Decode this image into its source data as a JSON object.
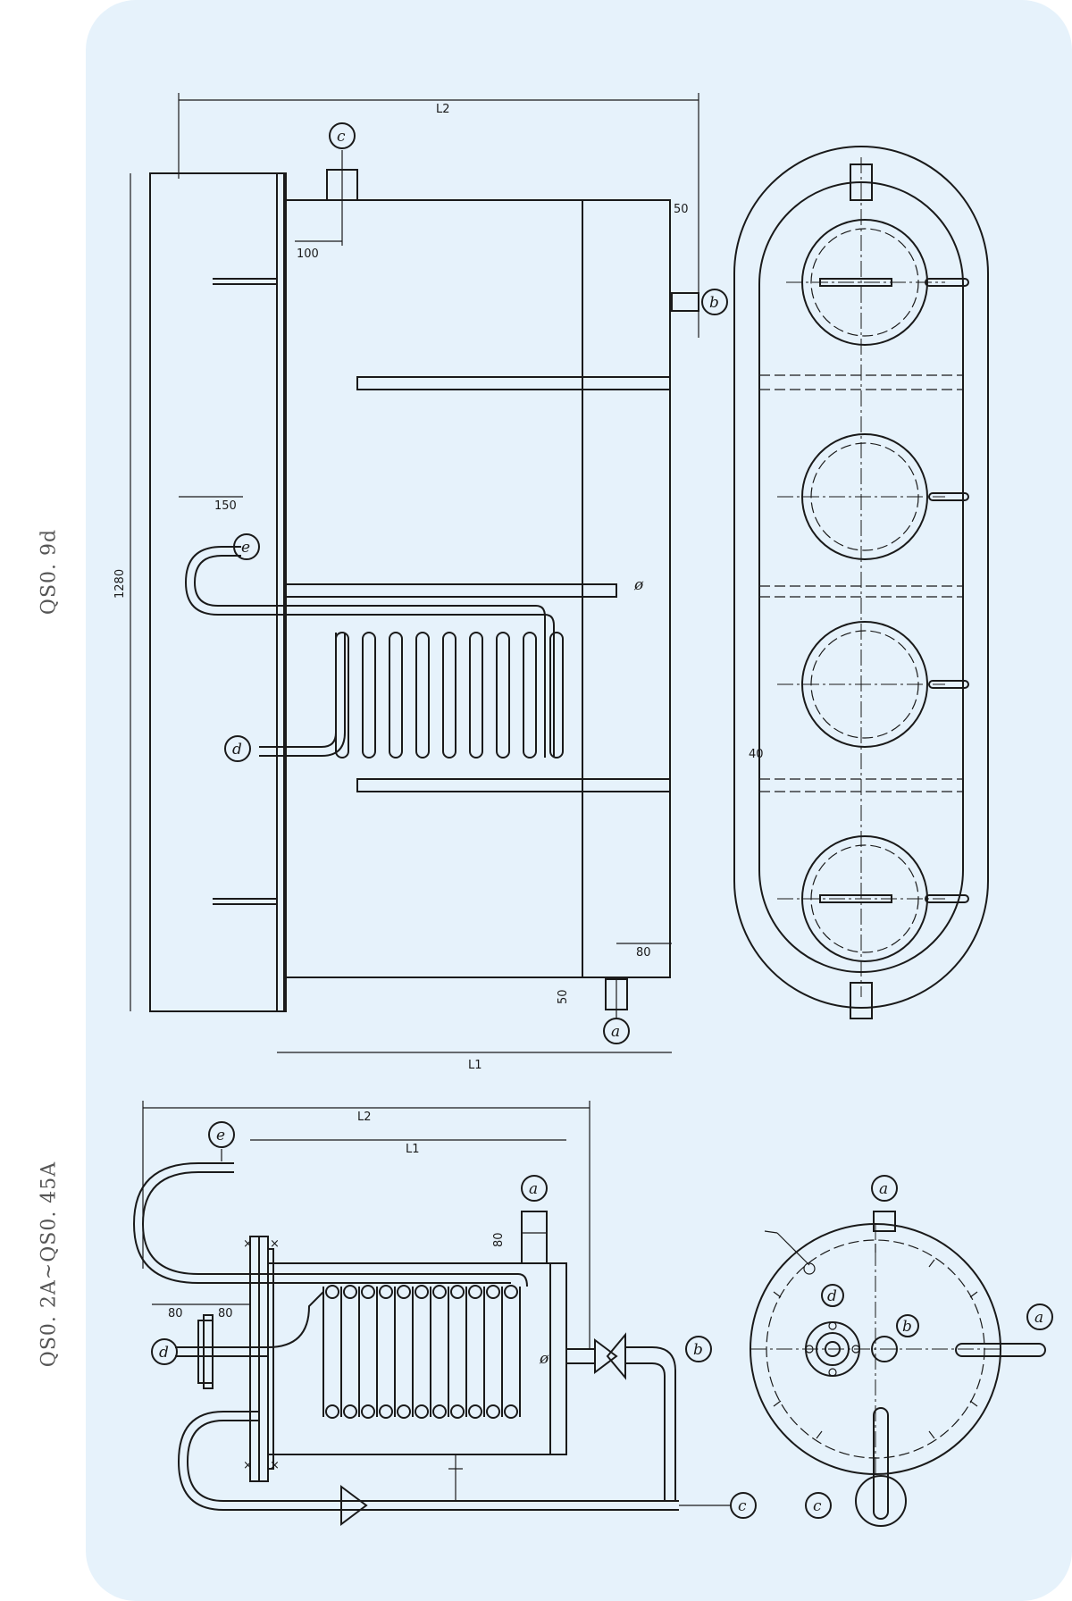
{
  "titles": {
    "top_model": "QS0. 9d",
    "bottom_model": "QS0. 2A~QS0. 45A"
  },
  "dimensions": {
    "top_L2": "L2",
    "top_L1": "L1",
    "top_1280": "1280",
    "top_100": "100",
    "top_150": "150",
    "top_50_right": "50",
    "top_50_bottom": "50",
    "top_80": "80",
    "top_40": "40",
    "bot_L2": "L2",
    "bot_L1": "L1",
    "bot_80_a": "80",
    "bot_80_b": "80",
    "bot_80_c": "80"
  },
  "tags": {
    "a": "a",
    "b": "b",
    "c": "c",
    "d": "d",
    "e": "e",
    "phi": "ø"
  }
}
